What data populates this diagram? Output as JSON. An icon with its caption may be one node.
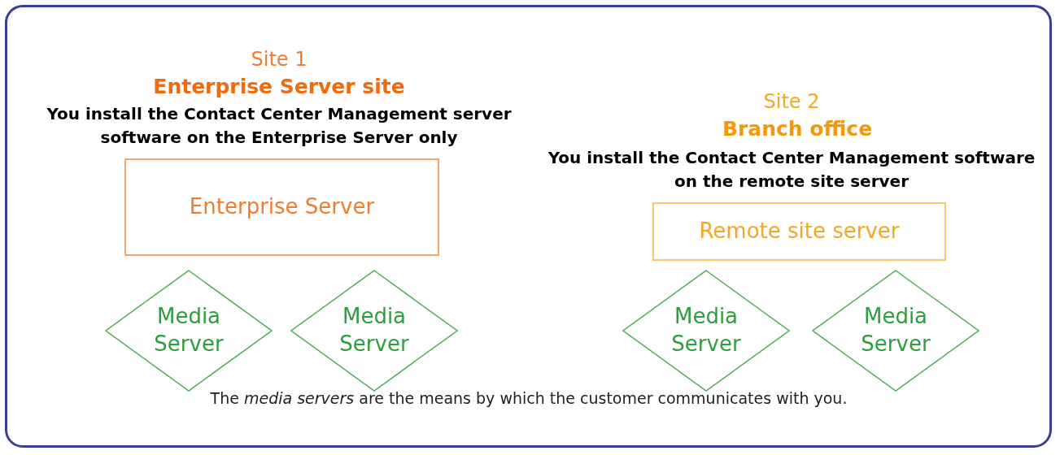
{
  "diagram": {
    "nodes": [
      {
        "text": [
          "Enterprise Server"
        ]
      },
      {
        "text": [
          "Remote site server"
        ]
      },
      {
        "text": [
          "Media Server"
        ]
      },
      {
        "text": [
          "Media Server"
        ]
      },
      {
        "text": [
          "Media Server"
        ]
      },
      {
        "text": [
          "Media Server"
        ]
      }
    ],
    "edges": [],
    "labels": [
      "Site 1",
      "Enterprise Server site",
      "You install the Contact Center Management server software on the Enterprise Server only",
      "Site 2",
      "Branch office",
      "You install the Contact Center Management software on the remote site server",
      "The *media servers* are the means by which the customer communicates with you."
    ]
  }
}
